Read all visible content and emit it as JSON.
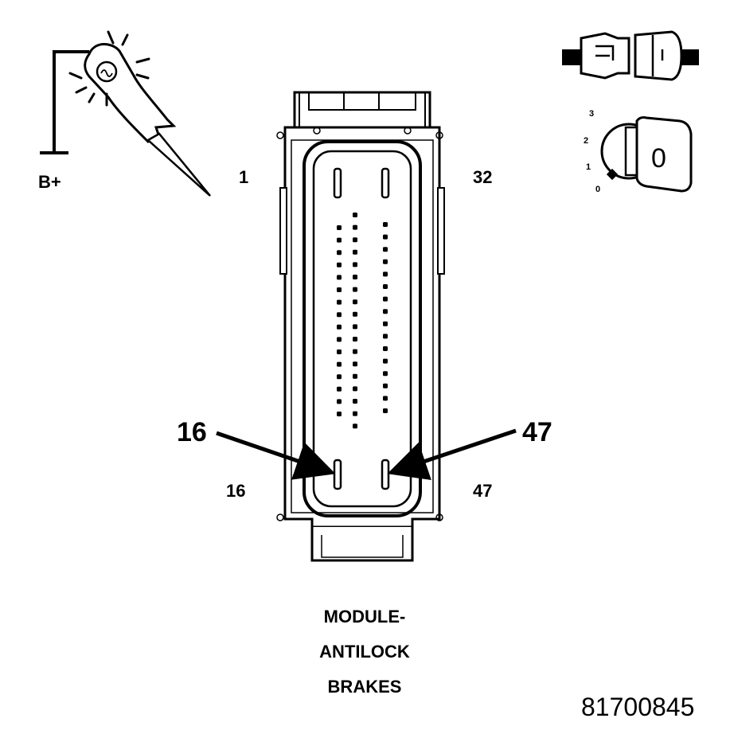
{
  "probe": {
    "supply_label": "B+"
  },
  "ignition": {
    "switch_positions": [
      "3",
      "2",
      "1",
      "0"
    ],
    "key_position": "0"
  },
  "connector": {
    "pin_top_left": "1",
    "pin_top_right": "32",
    "pin_bottom_left": "16",
    "pin_bottom_right": "47",
    "callout_left": "16",
    "callout_right": "47"
  },
  "title": {
    "line1": "MODULE-",
    "line2": "ANTILOCK",
    "line3": "BRAKES"
  },
  "figure_number": "81700845"
}
